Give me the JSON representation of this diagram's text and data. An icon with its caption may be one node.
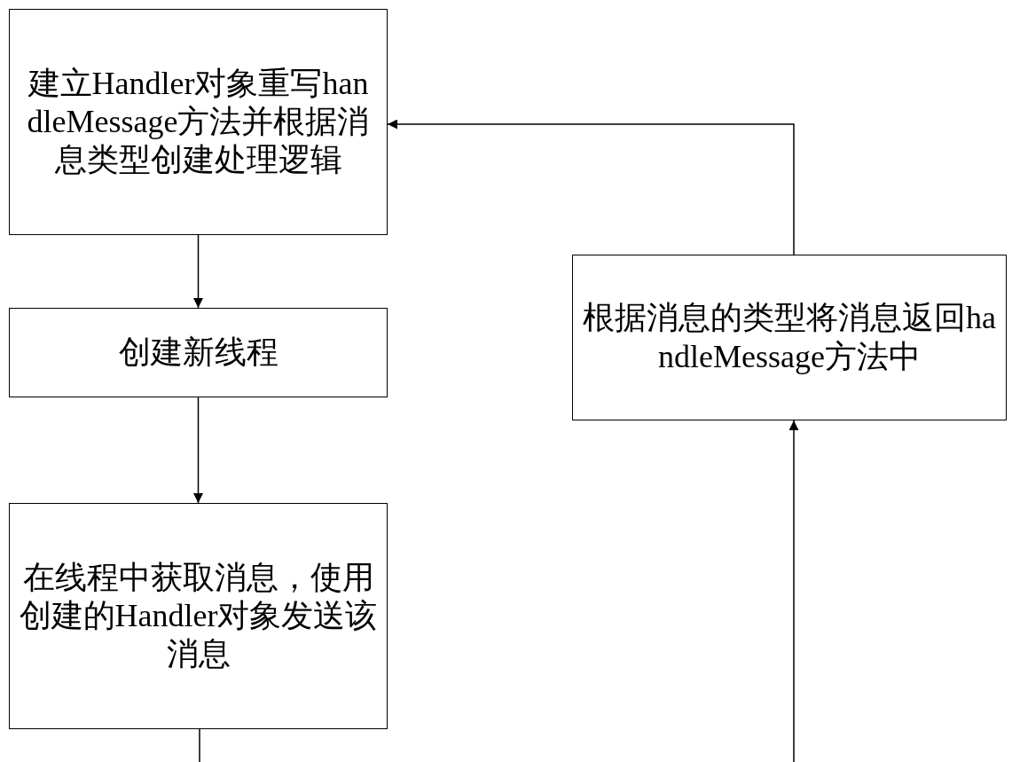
{
  "diagram": {
    "nodes": [
      {
        "text": [
          "建立Handler对象重写handleMessage方法并根据消息类型创建处理逻辑"
        ]
      },
      {
        "text": [
          "创建新线程"
        ]
      },
      {
        "text": [
          "在线程中获取消息，使用创建的Handler对象发送该消息"
        ]
      },
      {
        "text": [
          "根据消息的类型将消息返回handleMessage方法中"
        ]
      }
    ],
    "edges": [
      {
        "from": 0,
        "to": 1,
        "arrow": "to"
      },
      {
        "from": 1,
        "to": 2,
        "arrow": "to"
      },
      {
        "from": 2,
        "to": null,
        "arrow": "none"
      },
      {
        "from": null,
        "to": 3,
        "arrow": "to"
      },
      {
        "from": 3,
        "to": 0,
        "arrow": "to"
      }
    ]
  }
}
